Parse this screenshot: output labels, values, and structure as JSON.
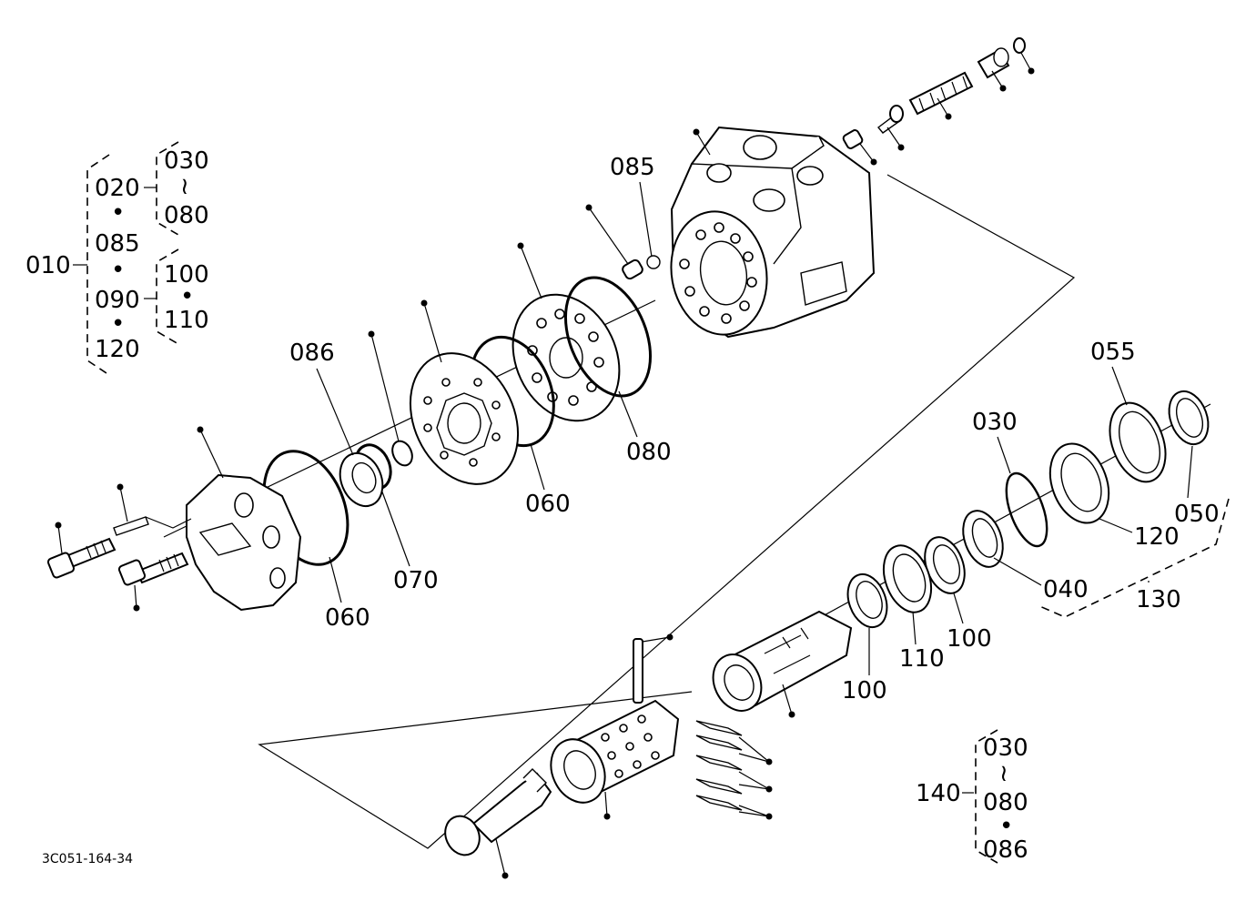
{
  "drawing_code": "3C051-164-34",
  "labels": {
    "p010": "010",
    "p020": "020",
    "p030_top": "030",
    "tilde_top": "≀",
    "p080_top": "080",
    "p085_left": "085",
    "p090": "090",
    "p100_left": "100",
    "p110_left": "110",
    "p120_left": "120",
    "p085": "085",
    "p086": "086",
    "p080_right": "080",
    "p060_mid": "060",
    "p060_low": "060",
    "p070": "070",
    "p055": "055",
    "p030_right": "030",
    "p050": "050",
    "p120_right": "120",
    "p040": "040",
    "p130": "130",
    "p100_a": "100",
    "p110_right": "110",
    "p100_b": "100",
    "p140": "140",
    "p030_bottom": "030",
    "tilde_bottom": "≀",
    "p080_bottom": "080",
    "p086_bottom": "086",
    "dot": "•"
  }
}
